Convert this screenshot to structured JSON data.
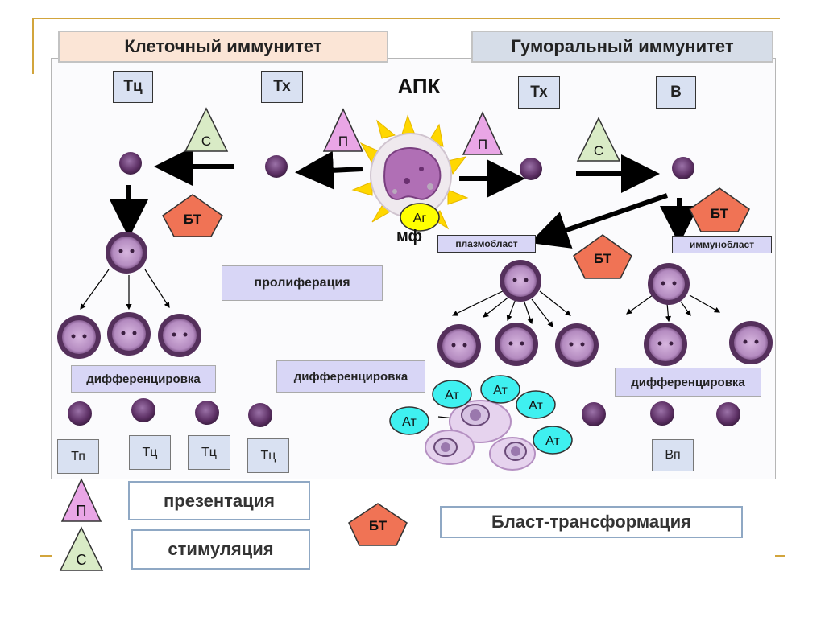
{
  "headers": {
    "cellular": "Клеточный   иммунитет",
    "humoral": "Гуморальный   иммунитет"
  },
  "cells": {
    "tc": "Тц",
    "th_left": "Тх",
    "th_right": "Тх",
    "b": "В",
    "apc": "АПК"
  },
  "shapes": {
    "presentation": "П",
    "stimulation": "С",
    "blast": "БТ",
    "antigen": "Аг",
    "antibody": "Ат"
  },
  "macrophage": "мф",
  "labels": {
    "proliferation": "пролиферация",
    "differentiation": "дифференцировка",
    "plasmoblast": "плазмобласт",
    "immunoblast": "иммунобласт"
  },
  "endpoints": {
    "tp": "Тп",
    "tc": "Тц",
    "vp": "Вп"
  },
  "legend": {
    "presentation": "презентация",
    "stimulation": "стимуляция",
    "blast_transformation": "Бласт-трансформация"
  },
  "colors": {
    "presentation_fill": "#e9a6e6",
    "stimulation_fill": "#d9ebc6",
    "blast_fill": "#f07355",
    "antibody_fill": "#3ff0f0",
    "antigen_fill": "#ffff00",
    "cell_purple": "#6a3d6d"
  }
}
